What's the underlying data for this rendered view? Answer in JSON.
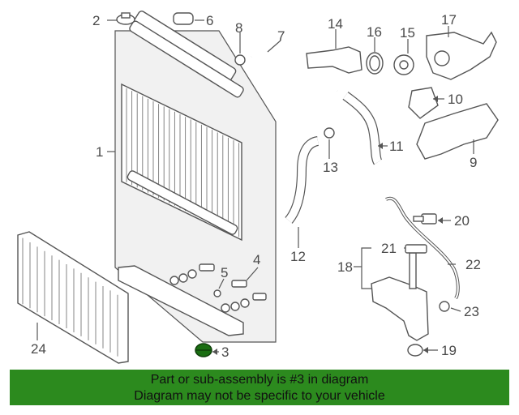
{
  "callouts": {
    "c1": "1",
    "c2": "2",
    "c3": "3",
    "c4": "4",
    "c5": "5",
    "c6": "6",
    "c7": "7",
    "c8": "8",
    "c9": "9",
    "c10": "10",
    "c11": "11",
    "c12": "12",
    "c13": "13",
    "c14": "14",
    "c15": "15",
    "c16": "16",
    "c17": "17",
    "c18": "18",
    "c19": "19",
    "c20": "20",
    "c21": "21",
    "c22": "22",
    "c23": "23",
    "c24": "24"
  },
  "banner": {
    "line1": "Part or sub-assembly is #3 in diagram",
    "line2": "Diagram may not be specific to your vehicle"
  },
  "colors": {
    "banner_bg": "#2c8a1e",
    "highlight_part": "#1a6e12"
  }
}
